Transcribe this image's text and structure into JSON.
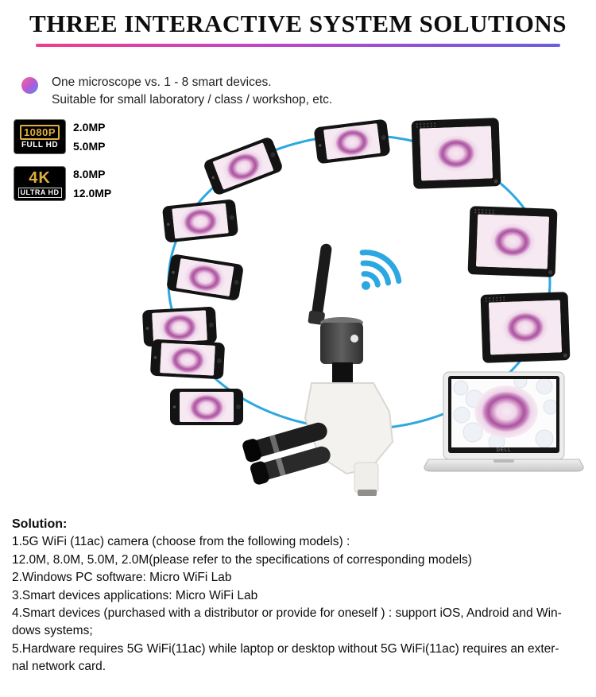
{
  "page": {
    "title": "THREE INTERACTIVE SYSTEM SOLUTIONS"
  },
  "colors": {
    "underline_gradient": [
      "#ee3e8d",
      "#c446c0",
      "#8c52d8",
      "#6a5fe0"
    ],
    "connection_blue": "#2da7e0",
    "wifi_blue": "#2da7e0",
    "badge_gold": "#dfaf3e",
    "specimen_magenta": "#a9549f"
  },
  "intro": {
    "line1": "One microscope vs. 1 - 8 smart devices.",
    "line2": "Suitable for small laboratory / class / workshop, etc."
  },
  "badges": [
    {
      "main": "1080P",
      "sub": "FULL HD",
      "mp": [
        "2.0MP",
        "5.0MP"
      ]
    },
    {
      "main": "4K",
      "sub": "ULTRA HD",
      "mp": [
        "8.0MP",
        "12.0MP"
      ]
    }
  ],
  "diagram": {
    "laptop_logo": "DELL",
    "devices": [
      "wifi-microscope-camera",
      "7 smartphones",
      "3 tablets",
      "1 laptop"
    ]
  },
  "solution": {
    "heading": "Solution:",
    "lines": [
      "1.5G WiFi (11ac) camera (choose from the following models) :",
      "12.0M, 8.0M, 5.0M, 2.0M(please refer to the specifications of corresponding models)",
      "2.Windows PC software: Micro WiFi Lab",
      "3.Smart devices applications: Micro WiFi Lab",
      "4.Smart devices (purchased with a distributor or provide for oneself ) : support iOS, Android and Win-",
      "dows systems;",
      "5.Hardware requires 5G WiFi(11ac) while laptop or desktop without 5G WiFi(11ac) requires an exter-",
      "nal network card."
    ]
  }
}
